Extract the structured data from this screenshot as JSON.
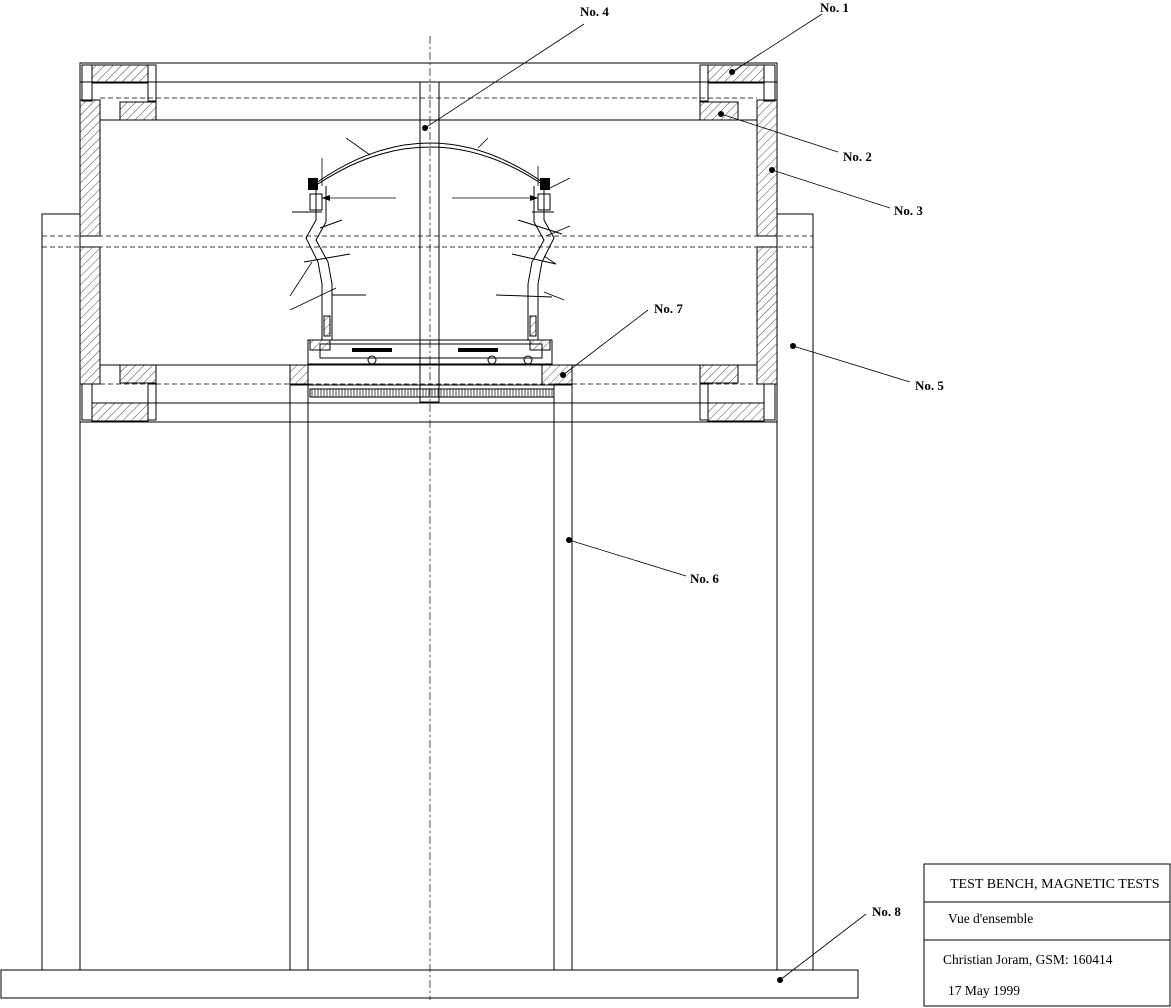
{
  "callouts": {
    "no1": "No. 1",
    "no2": "No. 2",
    "no3": "No. 3",
    "no4": "No. 4",
    "no5": "No. 5",
    "no6": "No. 6",
    "no7": "No. 7",
    "no8": "No. 8"
  },
  "title_block": {
    "title": "TEST BENCH, MAGNETIC TESTS",
    "subtitle": "Vue d'ensemble",
    "author": "Christian Joram, GSM: 160414",
    "date": "17 May 1999"
  }
}
